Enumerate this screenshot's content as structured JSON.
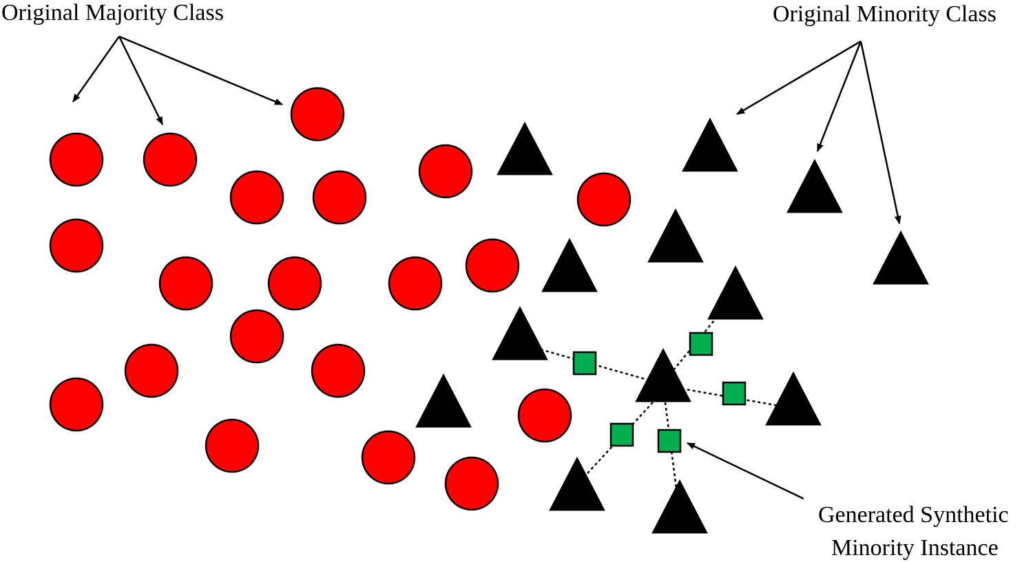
{
  "labels": {
    "majority": "Original Majority Class",
    "minority": "Original Minority Class",
    "synthetic_line1": "Generated Synthetic",
    "synthetic_line2": "Minority Instance"
  },
  "colors": {
    "majority_fill": "#ff0000",
    "minority_fill": "#000000",
    "synthetic_fill": "#00b050",
    "stroke": "#000000"
  }
}
